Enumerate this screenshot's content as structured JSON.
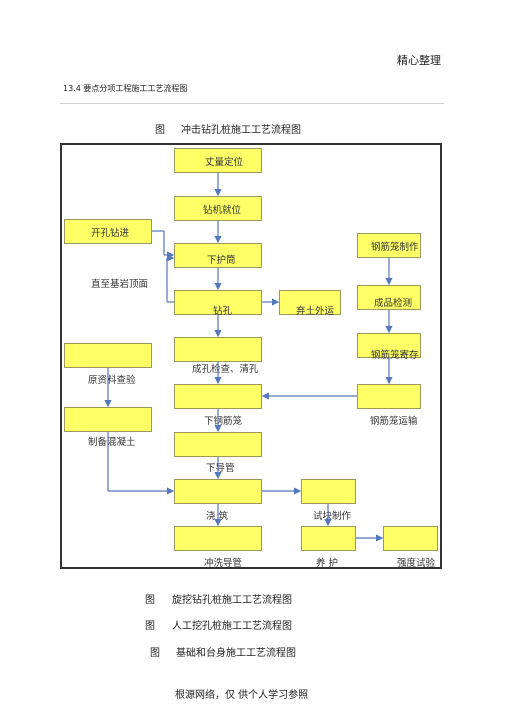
{
  "header": {
    "right_text": "精心整理",
    "section_title": "13.4 要点分项工程施工工艺流程图"
  },
  "figure1": {
    "caption_prefix": "图",
    "caption": "冲击钻孔桩施工工艺流程图"
  },
  "flowchart": {
    "b1": "丈量定位",
    "b2": "钻机就位",
    "b3": "开孔钻进",
    "b4": "下护筒",
    "b4_side": "直至基岩顶面",
    "b5": "钻孔",
    "b6": "弃土外运",
    "b7": "成孔检查、清孔",
    "b8": "下钢筋笼",
    "b9": "下导管",
    "b10": "浇  筑",
    "b11": "冲洗导管",
    "l1": "原资料查验",
    "l2": "制备混凝土",
    "r1": "钢筋笼制作",
    "r2": "成品检测",
    "r3": "钢筋笼寄存",
    "r4": "钢筋笼运输",
    "t1": "试块制作",
    "t2": "养  护",
    "t3": "强度试验"
  },
  "captions": [
    {
      "prefix": "图",
      "text": "旋挖钻孔桩施工工艺流程图"
    },
    {
      "prefix": "图",
      "text": "人工挖孔桩施工工艺流程图"
    },
    {
      "prefix": "图",
      "text": "基础和台身施工工艺流程图"
    }
  ],
  "footer": {
    "text": "根源网络，仅  供个人学习参照"
  },
  "colors": {
    "box_fill": "#ffff66",
    "arrow": "#5577bb"
  }
}
